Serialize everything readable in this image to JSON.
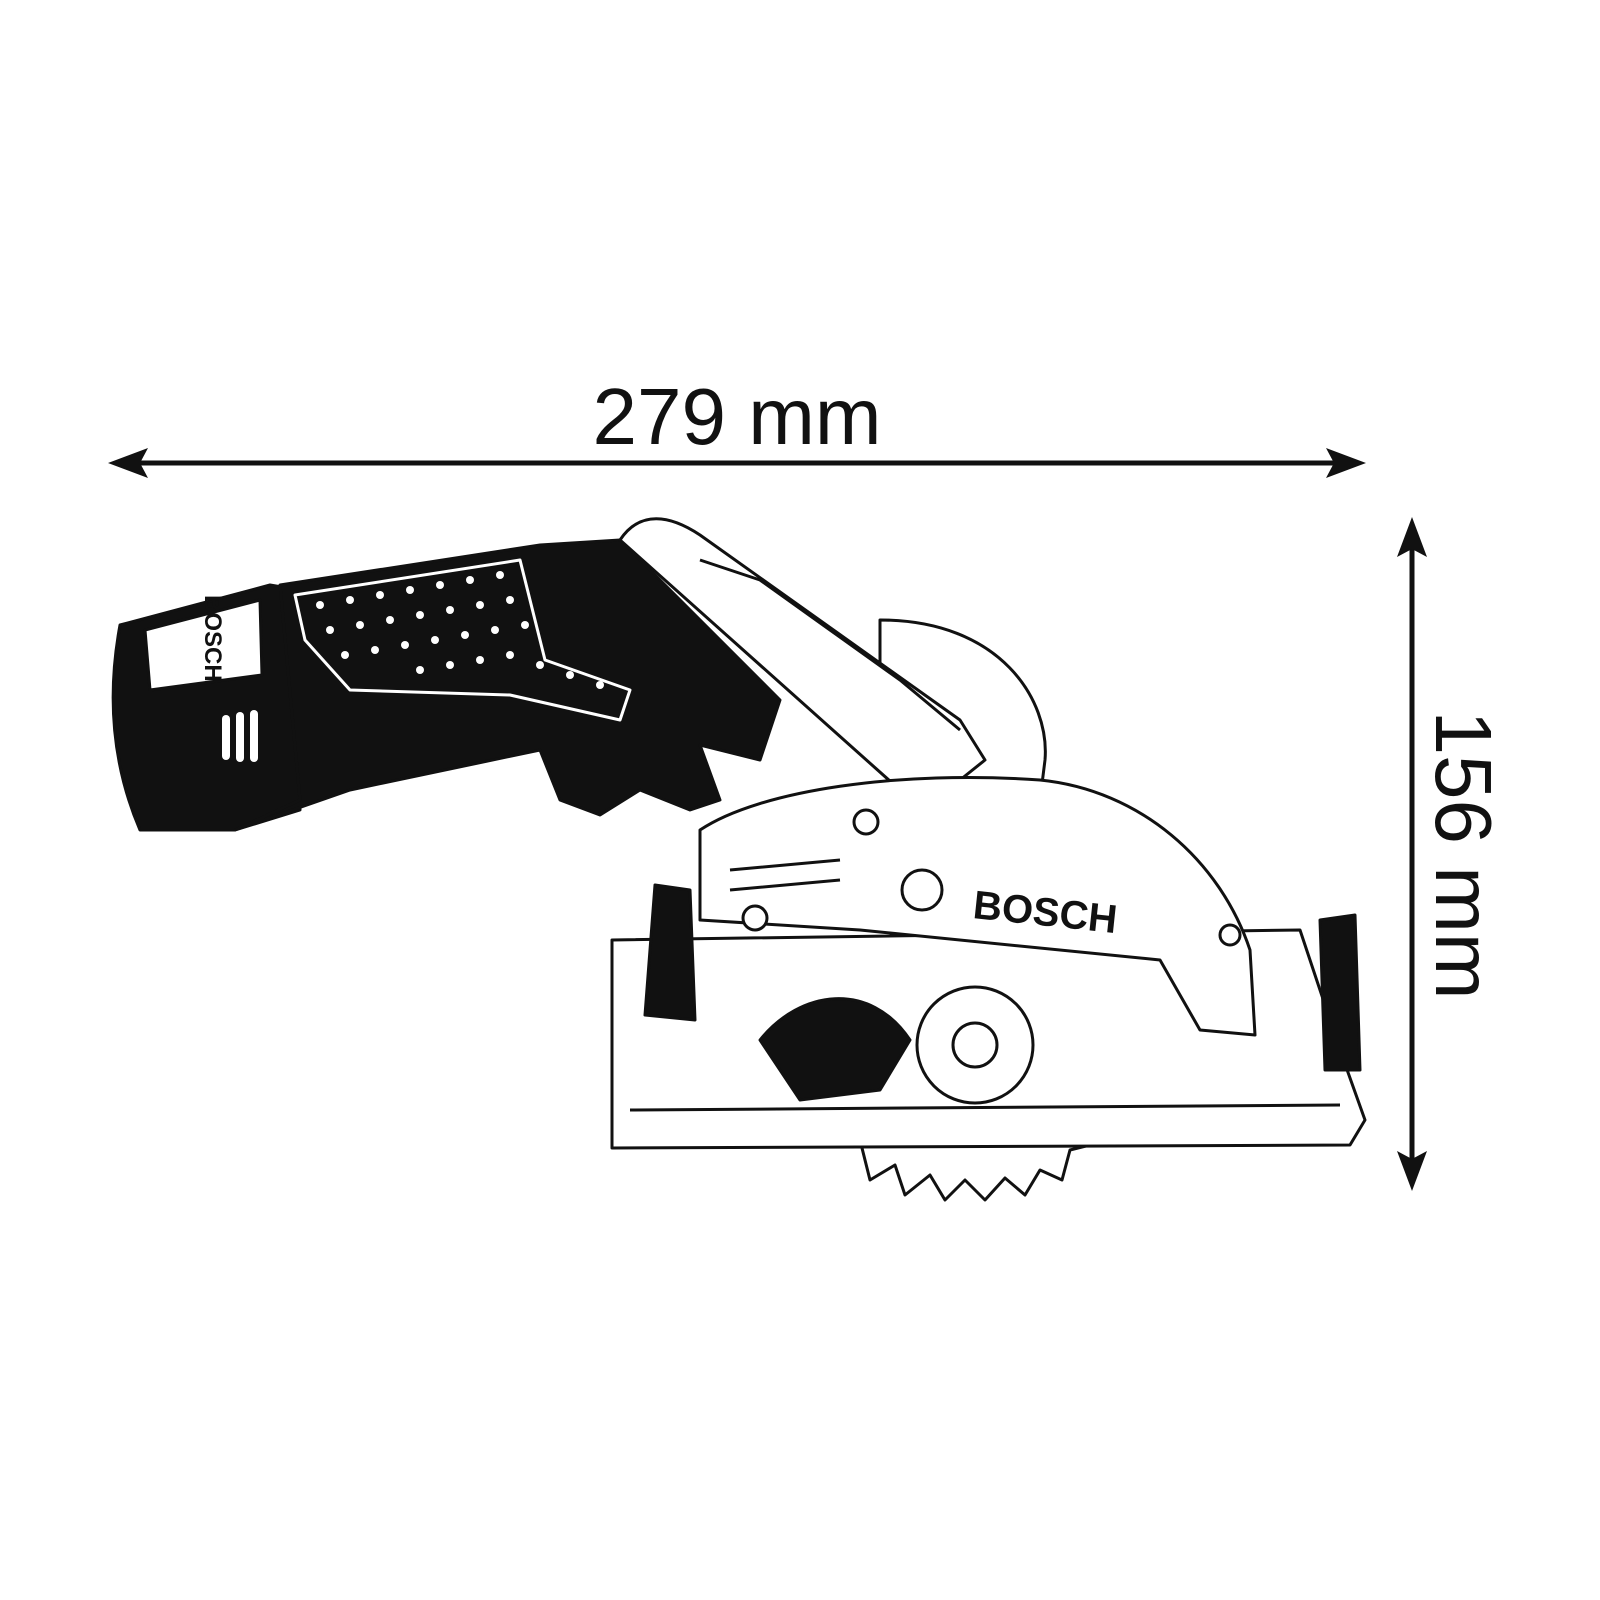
{
  "dimensions": {
    "width_label": "279 mm",
    "height_label": "156 mm"
  },
  "product": {
    "brand_logo_text": "BOSCH",
    "battery_logo_text": "BOSCH"
  },
  "colors": {
    "line": "#111111",
    "background": "#ffffff"
  }
}
